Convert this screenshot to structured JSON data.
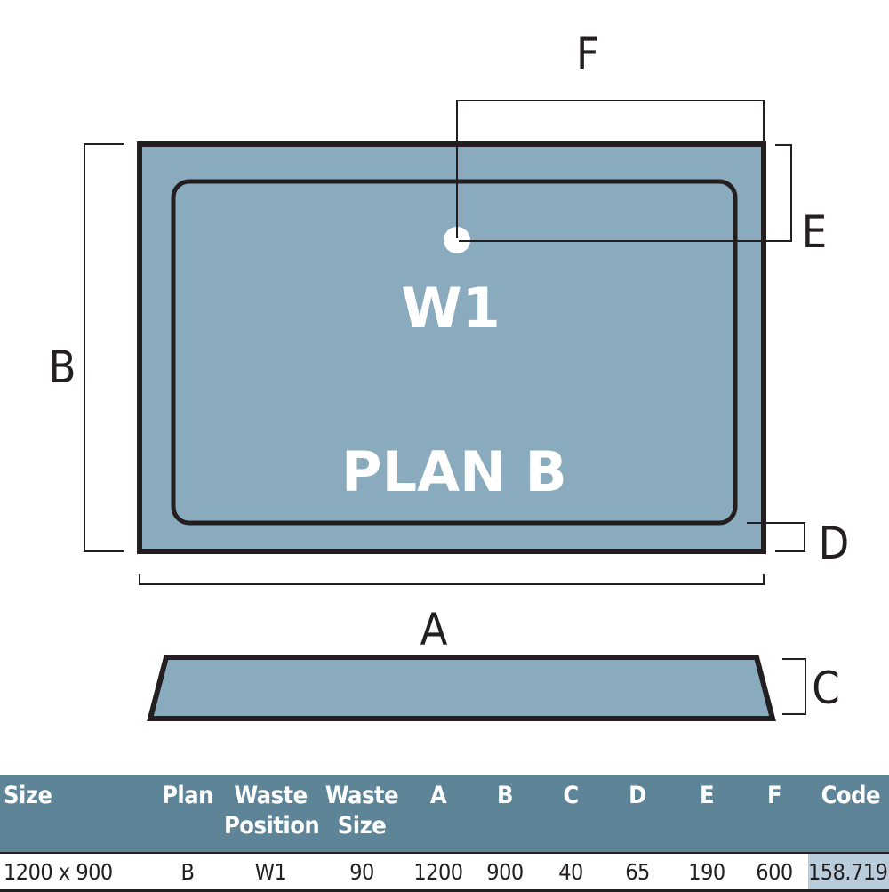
{
  "diagram": {
    "dimension_labels": {
      "A": "A",
      "B": "B",
      "C": "C",
      "D": "D",
      "E": "E",
      "F": "F"
    },
    "waste_label": "W1",
    "plan_label": "PLAN B",
    "colors": {
      "tray_fill": "#89abbd",
      "outline": "#231f20",
      "waste_hole": "#ffffff",
      "leader_line": "#231f20"
    }
  },
  "table": {
    "header_color": "#5d8597",
    "code_highlight": "#b8ccdc",
    "headers": [
      [
        "Size"
      ],
      [
        "Plan"
      ],
      [
        "Waste",
        "Position"
      ],
      [
        "Waste",
        "Size"
      ],
      [
        "A"
      ],
      [
        "B"
      ],
      [
        "C"
      ],
      [
        "D"
      ],
      [
        "E"
      ],
      [
        "F"
      ],
      [
        "Code"
      ]
    ],
    "rows": [
      [
        "1200 x 900",
        "B",
        "W1",
        "90",
        "1200",
        "900",
        "40",
        "65",
        "190",
        "600",
        "158.719"
      ]
    ]
  }
}
